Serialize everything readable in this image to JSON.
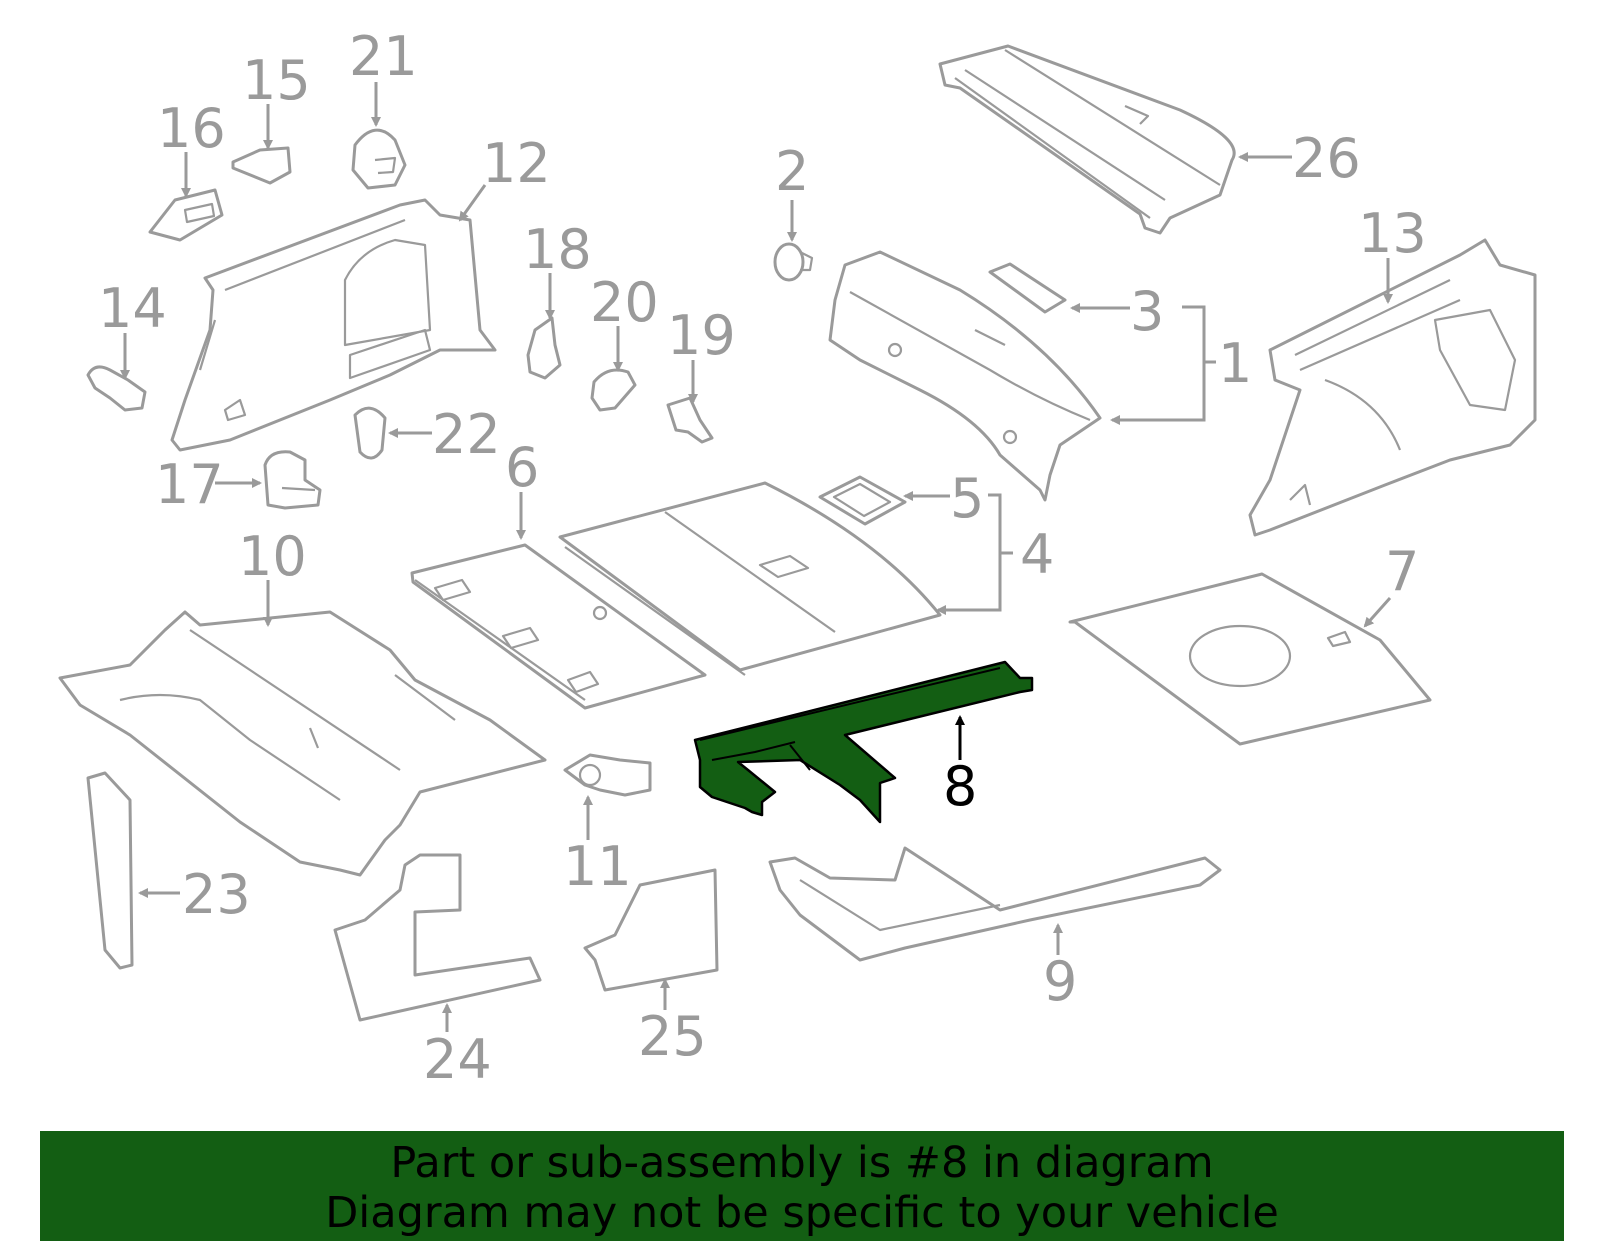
{
  "diagram": {
    "highlighted_part": "8",
    "highlight_color": "#135e13",
    "line_color": "#9a9a9a",
    "callouts": [
      "1",
      "2",
      "3",
      "4",
      "5",
      "6",
      "7",
      "8",
      "9",
      "10",
      "11",
      "12",
      "13",
      "14",
      "15",
      "16",
      "17",
      "18",
      "19",
      "20",
      "21",
      "22",
      "23",
      "24",
      "25",
      "26"
    ]
  },
  "banner": {
    "line1": "Part or sub-assembly is #8 in diagram",
    "line2": "Diagram may not be specific to your vehicle",
    "background": "#135e13"
  }
}
